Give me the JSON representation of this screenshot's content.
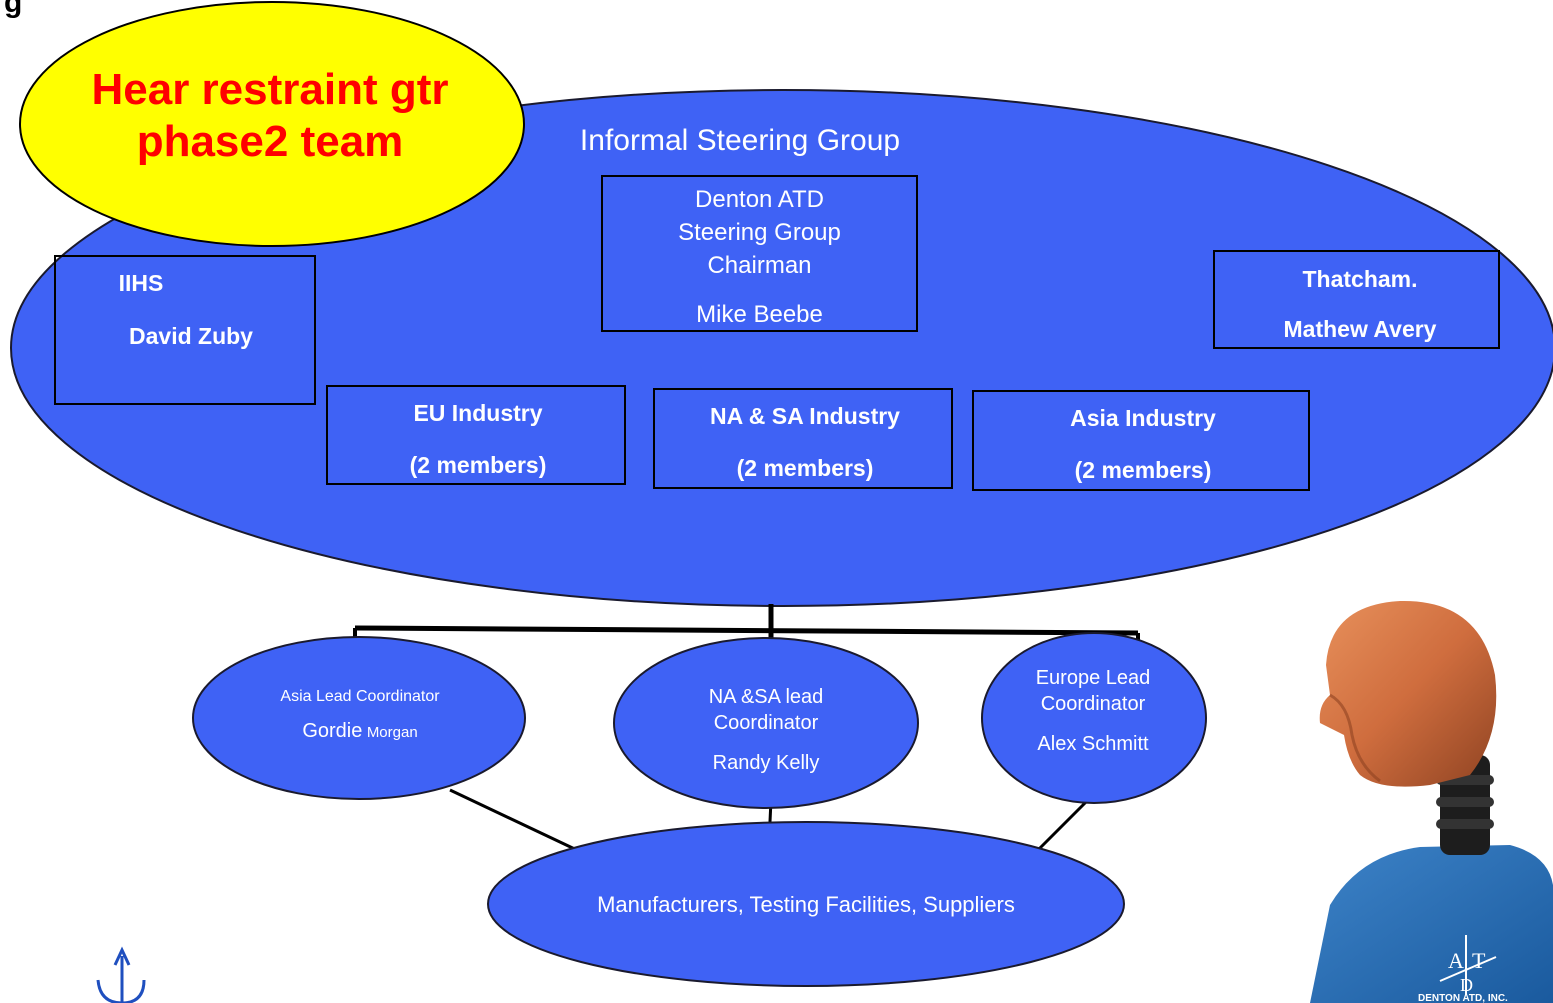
{
  "header": {
    "title_fragment": "g"
  },
  "badge": {
    "line1": "Hear restraint gtr",
    "line2": "phase2 team"
  },
  "steering_group": {
    "title": "Informal Steering Group",
    "chair": {
      "line1": "Denton ATD",
      "line2": "Steering Group",
      "line3": "Chairman",
      "name": "Mike Beebe"
    },
    "iihs": {
      "org": "IIHS",
      "name": "David Zuby"
    },
    "thatcham": {
      "org": "Thatcham.",
      "name": "Mathew Avery"
    },
    "industry": [
      {
        "name": "EU Industry",
        "members": "(2 members)"
      },
      {
        "name": "NA & SA Industry",
        "members": "(2 members)"
      },
      {
        "name": "Asia Industry",
        "members": "(2 members)"
      }
    ]
  },
  "coordinators": {
    "asia": {
      "role": "Asia Lead Coordinator",
      "first": "Gordie",
      "last": "Morgan"
    },
    "nasa": {
      "line1": "NA &SA lead",
      "line2": "Coordinator",
      "name": "Randy Kelly"
    },
    "europe": {
      "line1": "Europe Lead",
      "line2": "Coordinator",
      "name": "Alex Schmitt"
    }
  },
  "base": {
    "label": "Manufacturers, Testing Facilities, Suppliers"
  },
  "logo": {
    "letters": "A T D",
    "company": "DENTON ATD, INC."
  },
  "colors": {
    "ellipse_fill": "#3f62f5",
    "badge_fill": "#ffff00",
    "badge_text": "#ff0000",
    "line": "#000000",
    "text": "#ffffff"
  }
}
